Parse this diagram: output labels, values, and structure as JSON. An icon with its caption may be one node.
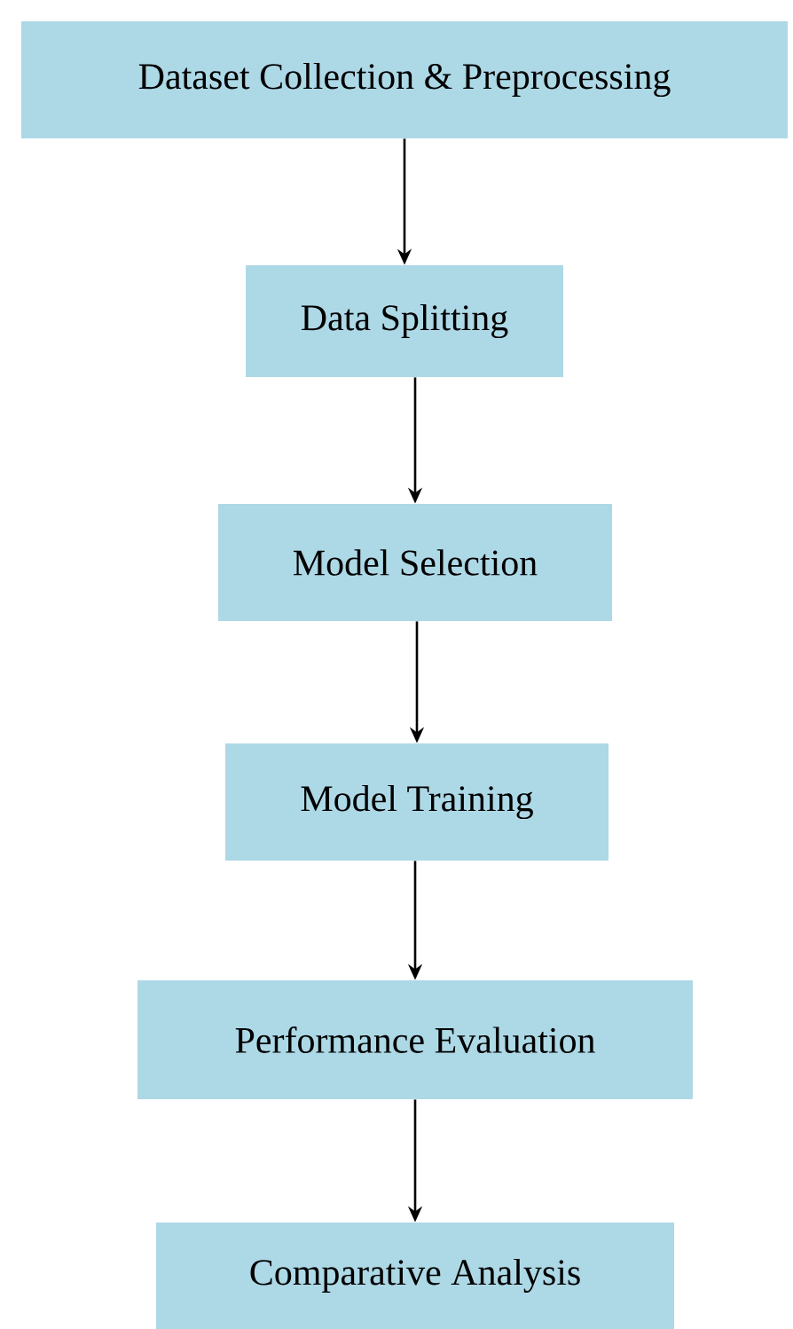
{
  "diagram": {
    "nodes": [
      {
        "text": [
          "Dataset Collection & Preprocessing"
        ]
      },
      {
        "text": [
          "Data Splitting"
        ]
      },
      {
        "text": [
          "Model Selection"
        ]
      },
      {
        "text": [
          "Model Training"
        ]
      },
      {
        "text": [
          "Performance Evaluation"
        ]
      },
      {
        "text": [
          "Comparative Analysis"
        ]
      }
    ],
    "edges": [
      {
        "from": 0,
        "to": 1,
        "arrow": "to"
      },
      {
        "from": 1,
        "to": 2,
        "arrow": "to"
      },
      {
        "from": 2,
        "to": 3,
        "arrow": "to"
      },
      {
        "from": 3,
        "to": 4,
        "arrow": "to"
      },
      {
        "from": 4,
        "to": 5,
        "arrow": "to"
      }
    ]
  }
}
